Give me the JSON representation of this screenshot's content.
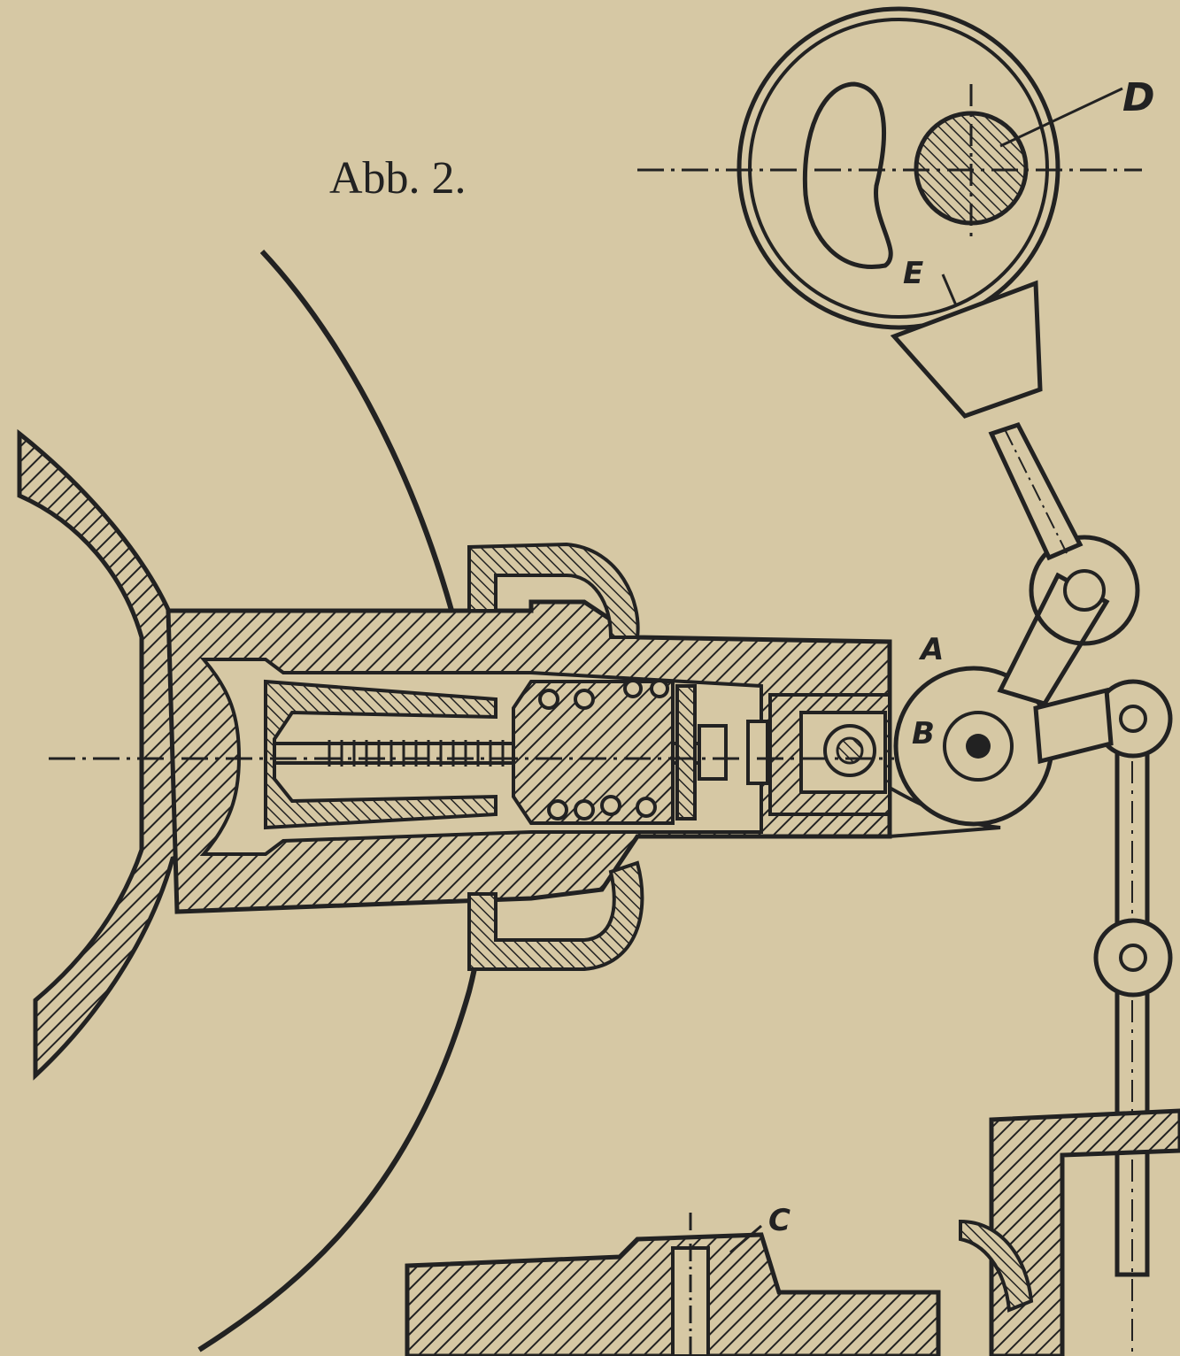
{
  "figure": {
    "title": "Abb. 2.",
    "labels": {
      "A": "A",
      "B": "B",
      "C": "C",
      "D": "D",
      "E": "E"
    }
  },
  "colors": {
    "paper": "#d6c8a4",
    "ink": "#222222"
  }
}
